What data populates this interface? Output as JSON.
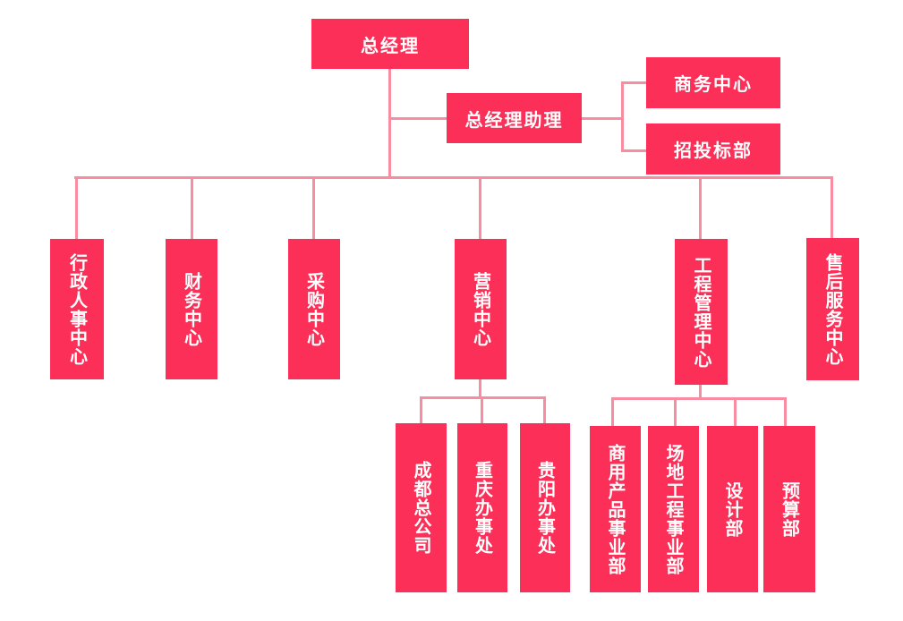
{
  "colors": {
    "node_fill": "#FB2F57",
    "connector": "#F88CA0",
    "node_text": "#FFFFFF",
    "background": "#FFFFFF"
  },
  "org": {
    "root": {
      "label": "总经理"
    },
    "assistant": {
      "label": "总经理助理",
      "children": [
        {
          "label": "商务中心"
        },
        {
          "label": "招投标部"
        }
      ]
    },
    "departments": [
      {
        "label": "行政人事中心"
      },
      {
        "label": "财务中心"
      },
      {
        "label": "采购中心"
      },
      {
        "label": "营销中心",
        "children": [
          {
            "label": "成都总公司"
          },
          {
            "label": "重庆办事处"
          },
          {
            "label": "贵阳办事处"
          }
        ]
      },
      {
        "label": "工程管理中心",
        "children": [
          {
            "label": "商用产品事业部"
          },
          {
            "label": "场地工程事业部"
          },
          {
            "label": "设计部"
          },
          {
            "label": "预算部"
          }
        ]
      },
      {
        "label": "售后服务中心"
      }
    ]
  }
}
